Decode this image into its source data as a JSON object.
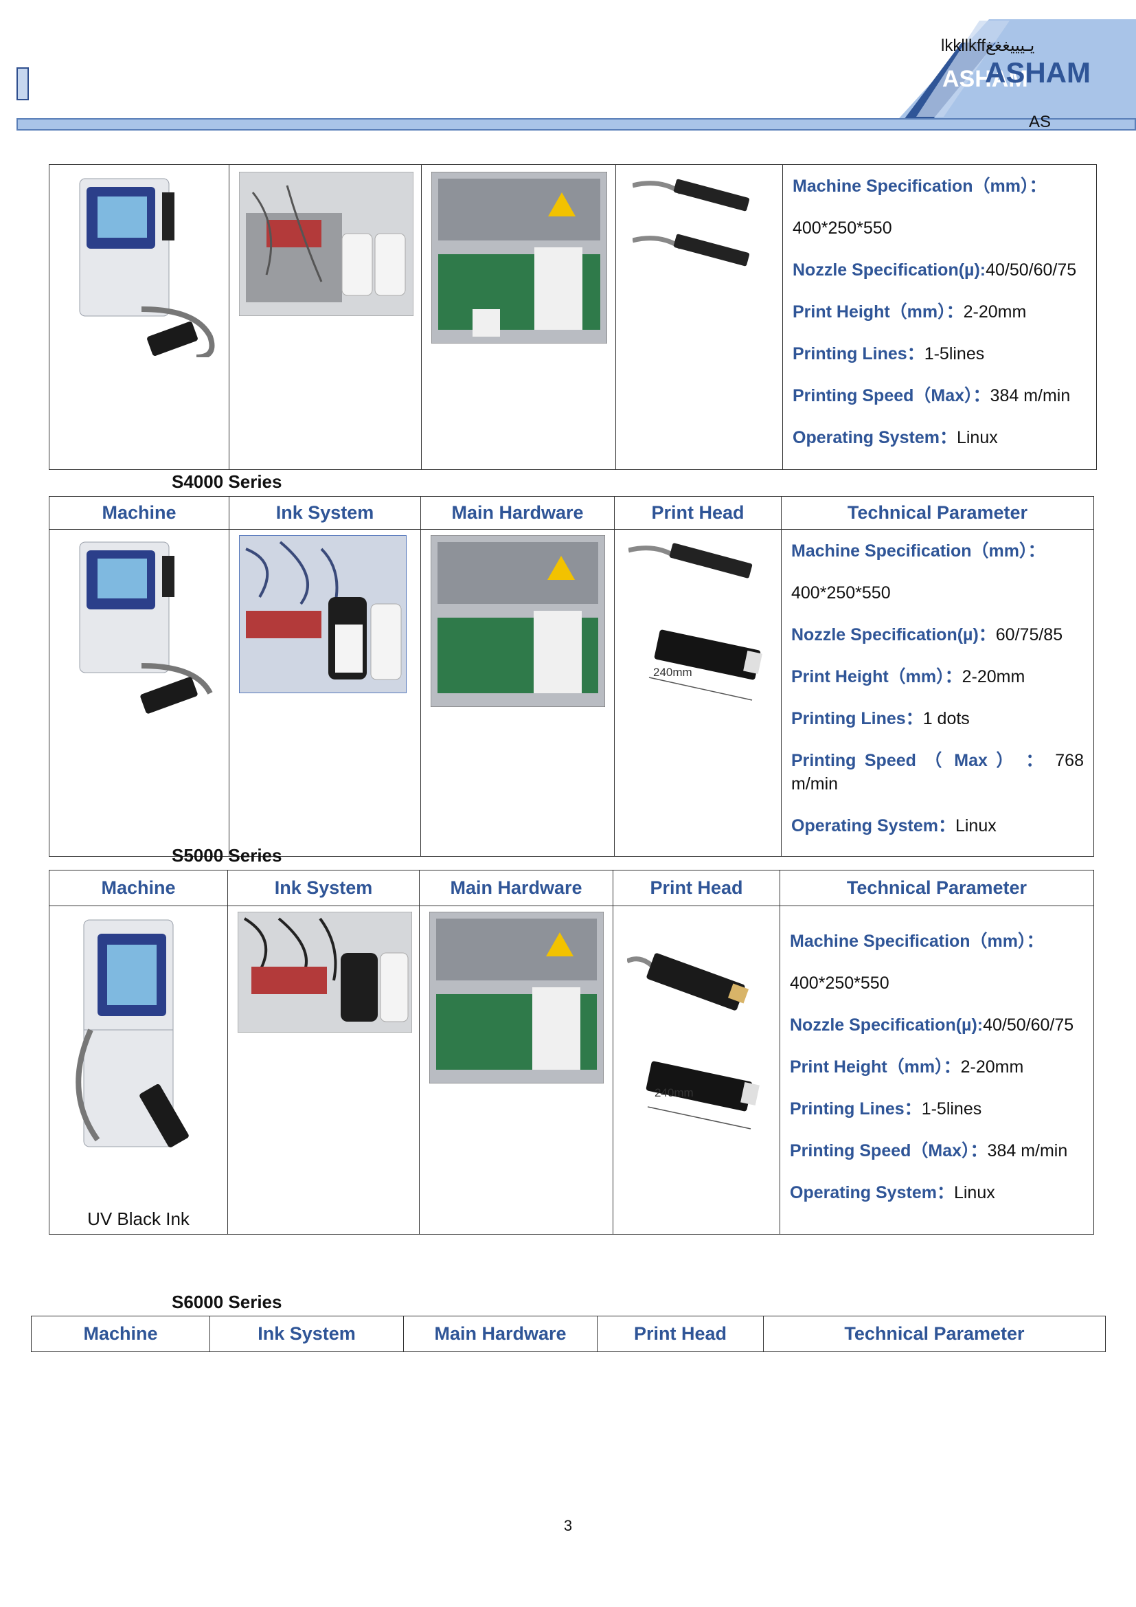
{
  "header": {
    "logo_top_text": "lkkllkffيـيييغغغ",
    "logo_ghost_text": "ASHAM",
    "logo_main_text": "ASHAM",
    "logo_sub_text": "AS"
  },
  "columns": [
    "Machine",
    "Ink System",
    "Main Hardware",
    "Print Head",
    "Technical Parameter"
  ],
  "blocks": [
    {
      "params": [
        {
          "label": "Machine Specification（mm）：",
          "value": ""
        },
        {
          "label": "",
          "value": "400*250*550"
        },
        {
          "label": "Nozzle Specification(µ):",
          "value": "40/50/60/75"
        },
        {
          "label": "Print Height（mm）：",
          "value": "2-20mm"
        },
        {
          "label": "Printing Lines：",
          "value": "1-5lines"
        },
        {
          "label": "Printing Speed（Max）：",
          "value": "384 m/min"
        },
        {
          "label": "Operating System：",
          "value": "Linux"
        }
      ]
    },
    {
      "series": "S4000 Series",
      "params": [
        {
          "label": "Machine Specification（mm）：",
          "value": ""
        },
        {
          "label": "",
          "value": "400*250*550"
        },
        {
          "label": "Nozzle Specification(µ)：",
          "value": "60/75/85"
        },
        {
          "label": "Print Height（mm）：",
          "value": "2-20mm"
        },
        {
          "label": "Printing Lines：",
          "value": "1 dots"
        },
        {
          "label": "Printing Speed （ Max ） ：",
          "value": "768 m/min"
        },
        {
          "label": "Operating System：",
          "value": "Linux"
        }
      ],
      "head_label": "240mm"
    },
    {
      "series": "S5000 Series",
      "params": [
        {
          "label": "Machine Specification（mm）：",
          "value": ""
        },
        {
          "label": "",
          "value": "400*250*550"
        },
        {
          "label": "Nozzle Specification(µ):",
          "value": "40/50/60/75"
        },
        {
          "label": "Print Height（mm）：",
          "value": "2-20mm"
        },
        {
          "label": "Printing Lines：",
          "value": "1-5lines"
        },
        {
          "label": "Printing Speed（Max）：",
          "value": "384 m/min"
        },
        {
          "label": "Operating System：",
          "value": "Linux"
        }
      ],
      "head_label": "240mm",
      "machine_caption": "UV Black Ink"
    },
    {
      "series": "S6000 Series"
    }
  ],
  "page_number": "3",
  "colors": {
    "accent": "#2f5597",
    "band": "#a9c4e8",
    "text": "#111111"
  }
}
